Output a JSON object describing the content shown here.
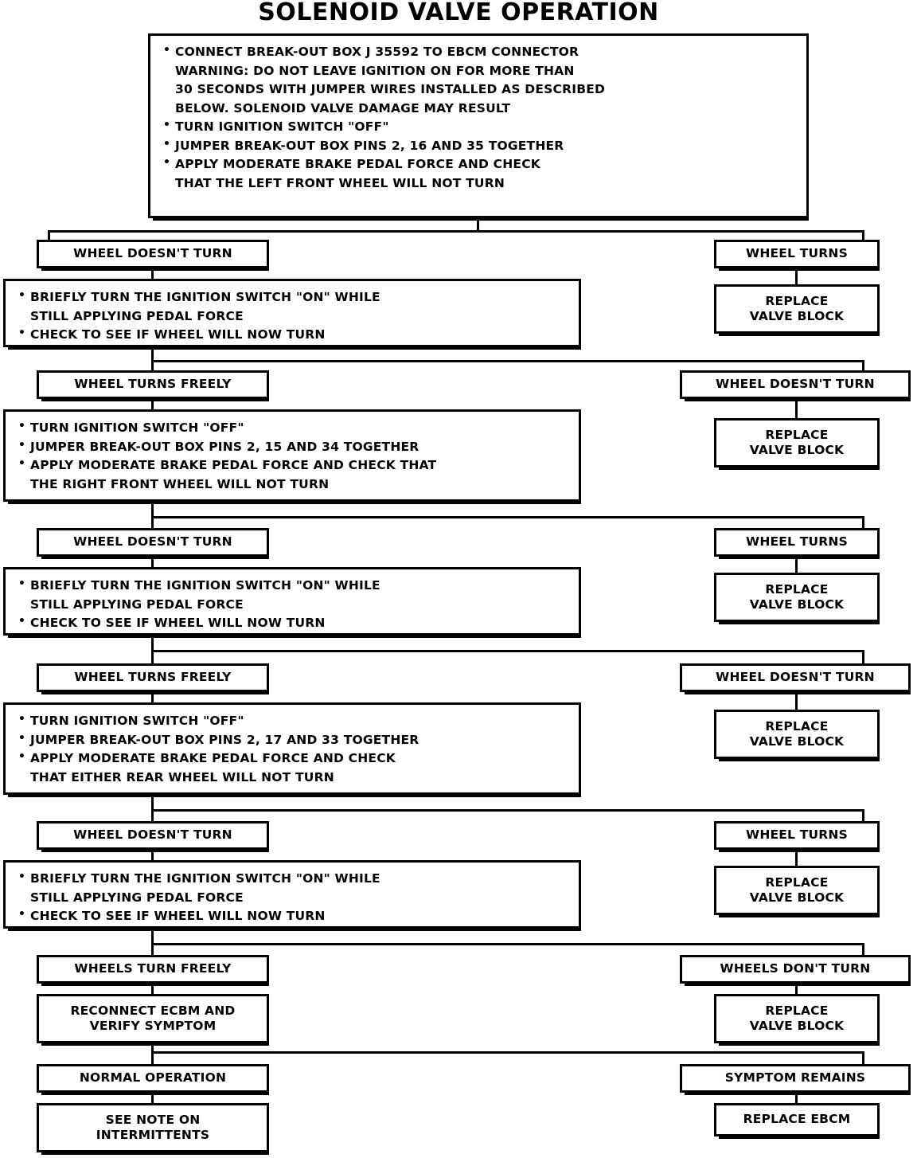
{
  "title": "SOLENOID VALVE OPERATION",
  "boxes": {
    "intro": {
      "items": [
        "CONNECT BREAK-OUT BOX J 35592 TO EBCM CONNECTOR",
        "WARNING:  DO NOT LEAVE IGNITION ON FOR MORE THAN\n30 SECONDS WITH JUMPER WIRES INSTALLED AS DESCRIBED\nBELOW. SOLENOID VALVE DAMAGE MAY RESULT",
        "TURN IGNITION SWITCH \"OFF\"",
        "JUMPER BREAK-OUT BOX PINS 2, 16 AND 35 TOGETHER",
        "APPLY MODERATE BRAKE PEDAL FORCE AND CHECK\nTHAT THE LEFT FRONT WHEEL WILL NOT TURN"
      ]
    },
    "r1_left_label": "WHEEL DOESN'T TURN",
    "r1_right_label": "WHEEL TURNS",
    "r1_right_action": "REPLACE\nVALVE BLOCK",
    "r1_left_action": {
      "items": [
        "BRIEFLY TURN THE IGNITION SWITCH \"ON\" WHILE\nSTILL APPLYING PEDAL FORCE",
        "CHECK TO SEE IF WHEEL WILL NOW TURN"
      ]
    },
    "r2_left_label": "WHEEL TURNS FREELY",
    "r2_right_label": "WHEEL DOESN'T TURN",
    "r2_right_action": "REPLACE\nVALVE BLOCK",
    "r2_left_action": {
      "items": [
        "TURN IGNITION SWITCH \"OFF\"",
        "JUMPER BREAK-OUT BOX PINS 2, 15 AND 34 TOGETHER",
        "APPLY  MODERATE  BRAKE  PEDAL  FORCE  AND  CHECK  THAT\nTHE  RIGHT  FRONT  WHEEL WILL NOT TURN"
      ]
    },
    "r3_left_label": "WHEEL DOESN'T TURN",
    "r3_right_label": "WHEEL TURNS",
    "r3_right_action": "REPLACE\nVALVE BLOCK",
    "r3_left_action": {
      "items": [
        "BRIEFLY TURN THE IGNITION SWITCH \"ON\" WHILE\nSTILL APPLYING PEDAL FORCE",
        "CHECK TO SEE IF WHEEL WILL NOW TURN"
      ]
    },
    "r4_left_label": "WHEEL TURNS FREELY",
    "r4_right_label": "WHEEL DOESN'T TURN",
    "r4_right_action": "REPLACE\nVALVE BLOCK",
    "r4_left_action": {
      "items": [
        "TURN IGNITION SWITCH \"OFF\"",
        "JUMPER BREAK-OUT BOX PINS 2, 17 AND 33 TOGETHER",
        "APPLY MODERATE BRAKE PEDAL FORCE AND CHECK\nTHAT EITHER REAR WHEEL WILL NOT TURN"
      ]
    },
    "r5_left_label": "WHEEL DOESN'T TURN",
    "r5_right_label": "WHEEL TURNS",
    "r5_right_action": "REPLACE\nVALVE BLOCK",
    "r5_left_action": {
      "items": [
        "BRIEFLY TURN THE IGNITION SWITCH \"ON\" WHILE\nSTILL APPLYING PEDAL FORCE",
        "CHECK TO SEE IF WHEEL WILL NOW TURN"
      ]
    },
    "r6_left_label": "WHEELS TURN FREELY",
    "r6_right_label": "WHEELS DON'T TURN",
    "r6_left_action": "RECONNECT ECBM AND\nVERIFY SYMPTOM",
    "r6_right_action": "REPLACE\nVALVE BLOCK",
    "r7_left_label": "NORMAL OPERATION",
    "r7_right_label": "SYMPTOM REMAINS",
    "r7_left_action": "SEE NOTE ON\nINTERMITTENTS",
    "r7_right_action": "REPLACE EBCM"
  },
  "colors": {
    "ink": "#000000",
    "paper": "#ffffff"
  }
}
